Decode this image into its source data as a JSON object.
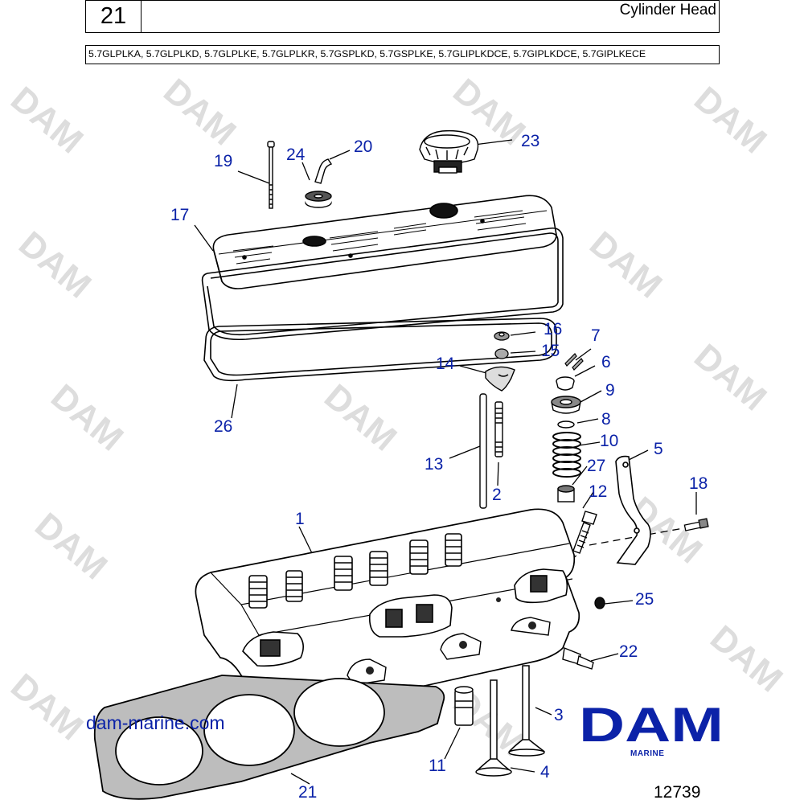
{
  "header": {
    "section_number": "21",
    "title": "Cylinder Head",
    "models": "5.7GLPLKA, 5.7GLPLKD, 5.7GLPLKE, 5.7GLPLKR, 5.7GSPLKD, 5.7GSPLKE, 5.7GLIPLKDCE, 5.7GIPLKDCE, 5.7GIPLKECE"
  },
  "callouts": {
    "c1": "1",
    "c2": "2",
    "c3": "3",
    "c4": "4",
    "c5": "5",
    "c6": "6",
    "c7": "7",
    "c8": "8",
    "c9": "9",
    "c10": "10",
    "c11": "11",
    "c12": "12",
    "c13": "13",
    "c14": "14",
    "c15": "15",
    "c16": "16",
    "c17": "17",
    "c18": "18",
    "c19": "19",
    "c20": "20",
    "c21": "21",
    "c22": "22",
    "c23": "23",
    "c24": "24",
    "c25": "25",
    "c26": "26",
    "c27": "27"
  },
  "watermark": "DAM",
  "footer": {
    "website": "dam-marine.com",
    "brand": "DAM",
    "brand_sub": "MARINE",
    "figure_number": "12739"
  },
  "colors": {
    "callout": "#0b22a8",
    "brand": "#0b22a8",
    "watermark": "#dddddd"
  }
}
